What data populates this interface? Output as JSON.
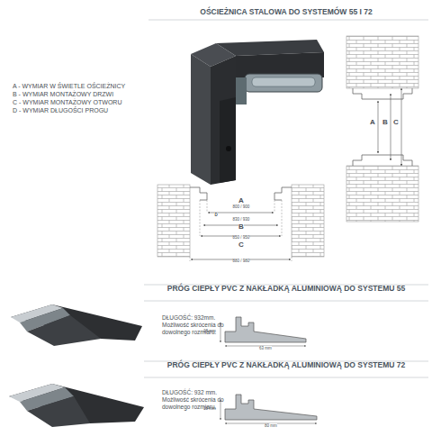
{
  "diagram": {
    "title": "OŚCIEŻNICA STALOWA DO SYSTEMÓW 55 I 72",
    "labels": [
      "A - WYMIAR W ŚWIETLE OŚCIEŻNICY",
      "B - WYMIAR MONTAŻOWY DRZWI",
      "C - WYMIAR MONTAŻOWY OTWORU",
      "D - WYMIAR DŁUGOŚCI PROGU",
      "A",
      "B",
      "C",
      "A",
      "800 / 900",
      "D",
      "830 / 930",
      "B",
      "850 / 950",
      "C",
      "880 / 980",
      "PRÓG CIEPŁY PVC Z NAKŁADKĄ ALUMINIOWĄ DO SYSTEMU 55",
      "DŁUGOŚĆ: 932mm. Możliwość skrócenia do dowolnego rozmiaru.",
      "18 mm",
      "63 mm",
      "PRÓG CIEPŁY PVC Z NAKŁADKĄ ALUMINIOWĄ DO SYSTEMU 72",
      "DŁUGOŚĆ: 932 mm. Możliwość skrócenia do dowolnego rozmiaru.",
      "18 mm",
      "80 mm"
    ]
  }
}
